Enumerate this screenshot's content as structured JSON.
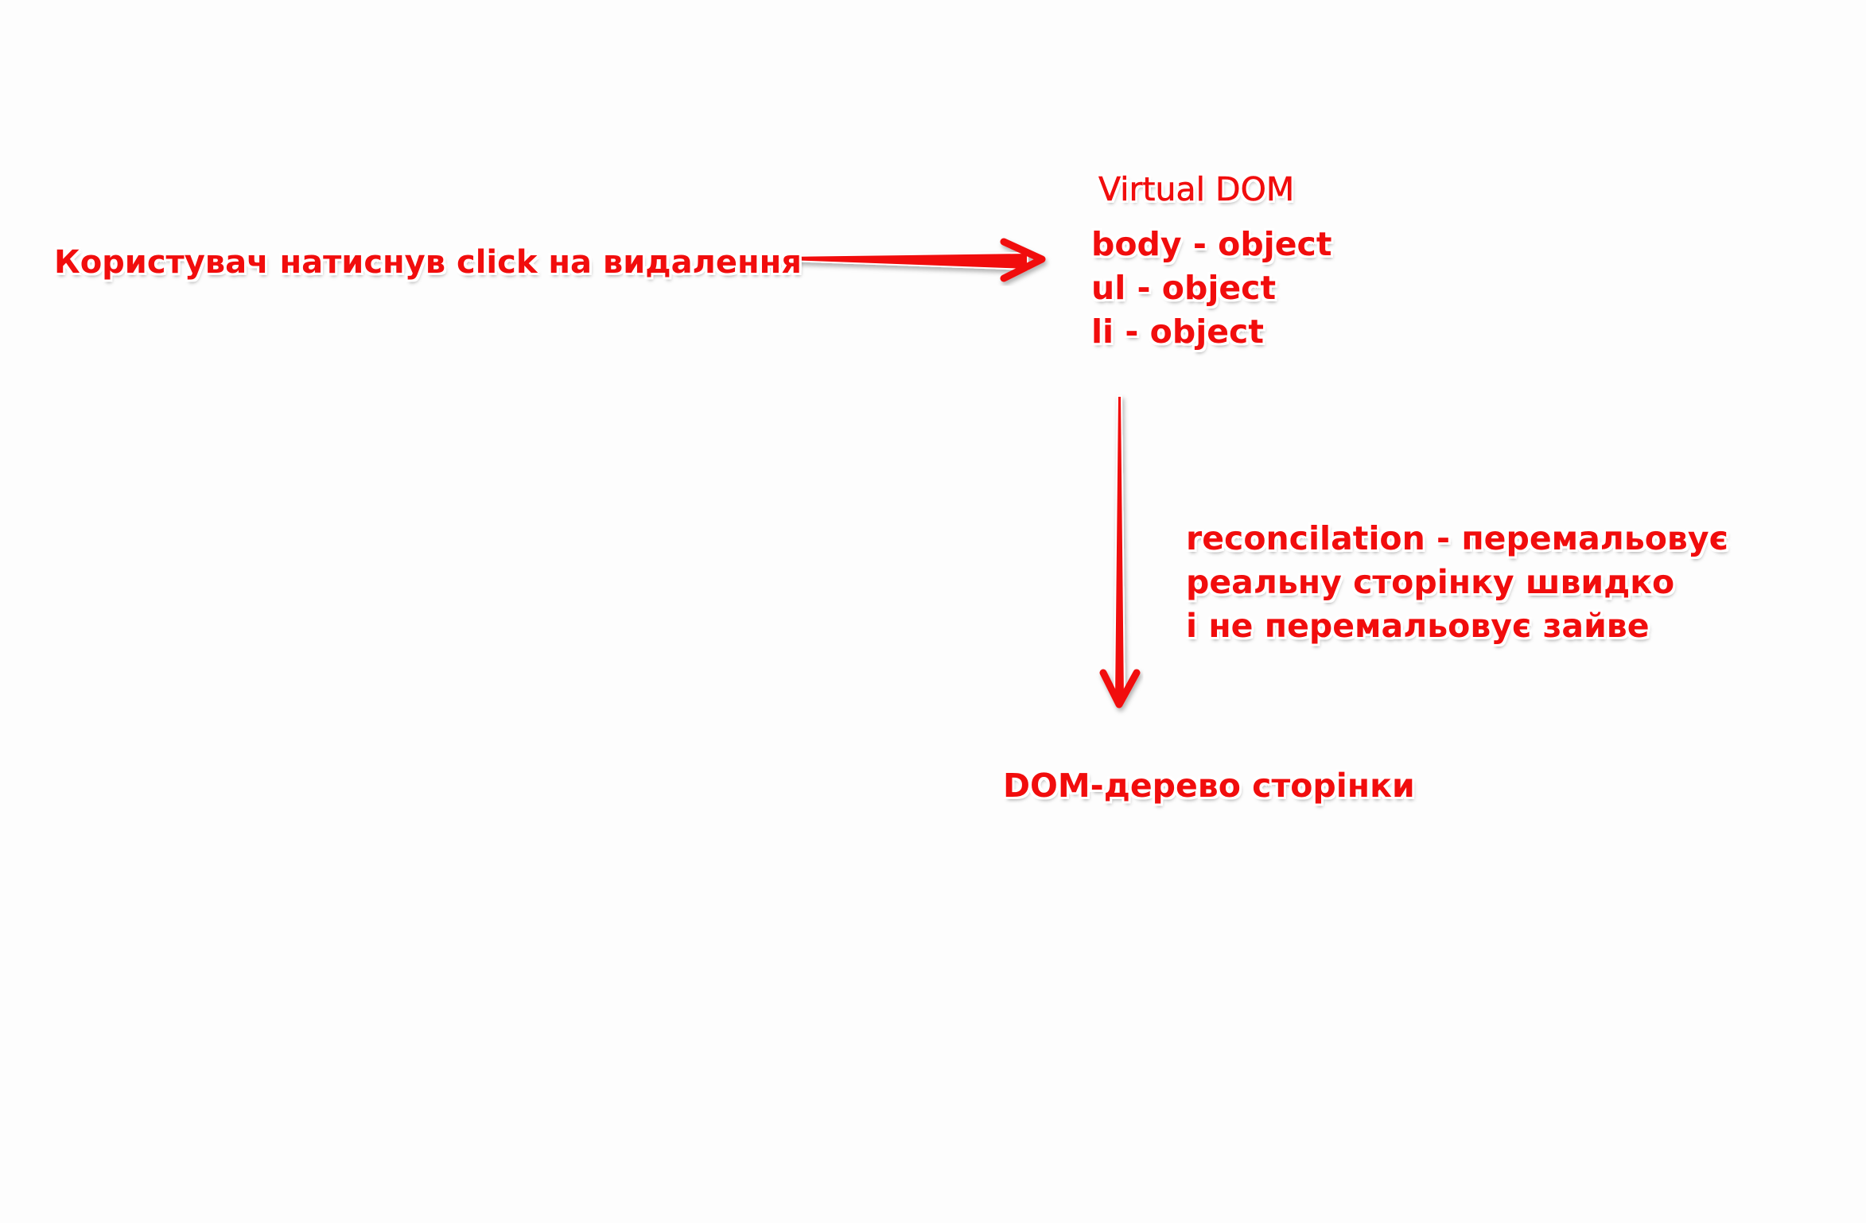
{
  "diagram": {
    "user_action": "Користувач натиснув click на видалення",
    "virtual_dom": {
      "title": "Virtual DOM",
      "items": [
        "body - object",
        "ul - object",
        "li - object"
      ]
    },
    "reconciliation": {
      "lines": [
        "reconcilation - перемальовує",
        "реальну сторінку швидко",
        "і не перемальовує зайве"
      ]
    },
    "dom_tree": "DOM-дерево сторінки"
  },
  "colors": {
    "accent": "#f10d0d",
    "background": "#fdfdfd"
  }
}
